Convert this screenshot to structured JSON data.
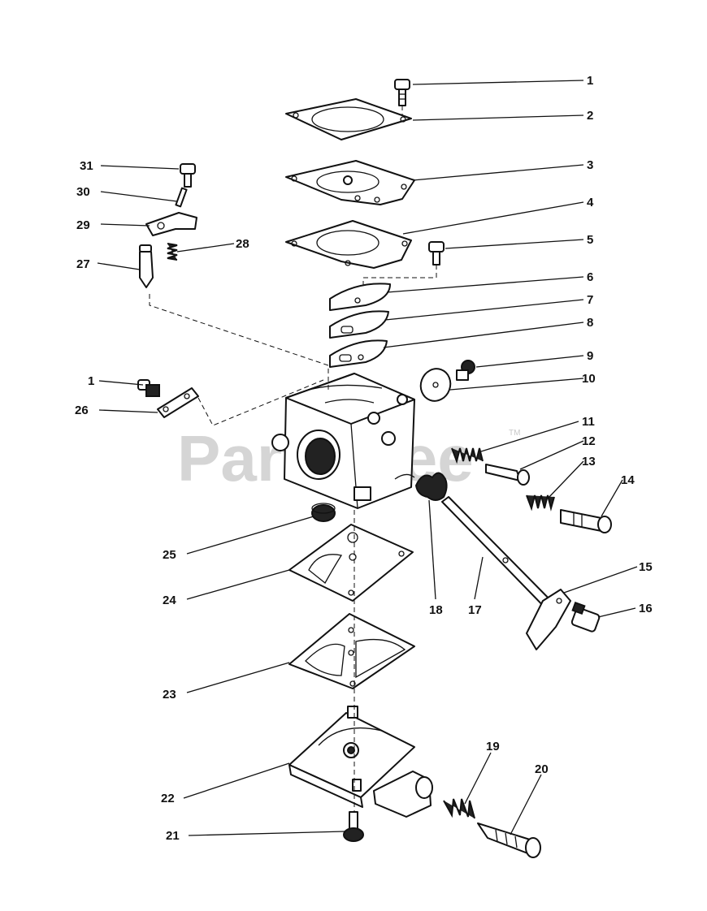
{
  "watermark": {
    "text": "PartsTree",
    "trademark": "TM"
  },
  "parts": [
    {
      "number": "1"
    },
    {
      "number": "2"
    },
    {
      "number": "3"
    },
    {
      "number": "4"
    },
    {
      "number": "5"
    },
    {
      "number": "6"
    },
    {
      "number": "7"
    },
    {
      "number": "8"
    },
    {
      "number": "9"
    },
    {
      "number": "10"
    },
    {
      "number": "11"
    },
    {
      "number": "12"
    },
    {
      "number": "13"
    },
    {
      "number": "14"
    },
    {
      "number": "15"
    },
    {
      "number": "16"
    },
    {
      "number": "17"
    },
    {
      "number": "18"
    },
    {
      "number": "19"
    },
    {
      "number": "20"
    },
    {
      "number": "21"
    },
    {
      "number": "22"
    },
    {
      "number": "23"
    },
    {
      "number": "24"
    },
    {
      "number": "25"
    },
    {
      "number": "26"
    },
    {
      "number": "27"
    },
    {
      "number": "28"
    },
    {
      "number": "29"
    },
    {
      "number": "30"
    },
    {
      "number": "31"
    },
    {
      "number": "1"
    }
  ]
}
